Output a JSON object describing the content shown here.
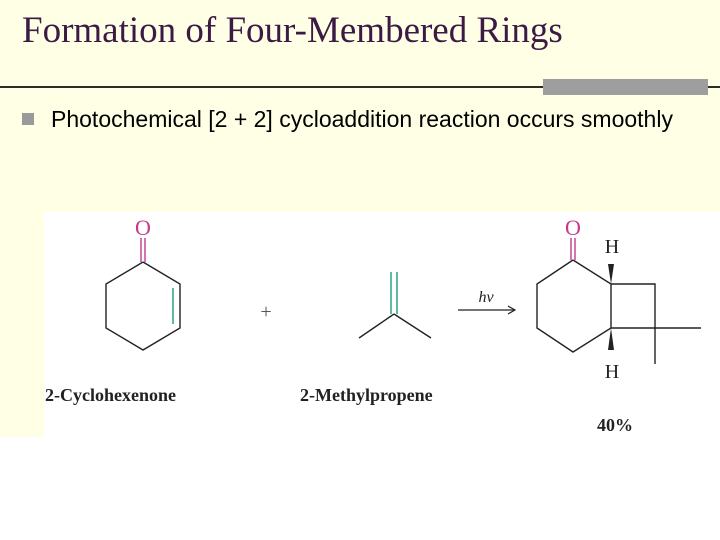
{
  "slide": {
    "title": "Formation of Four-Membered Rings",
    "bullet": "Photochemical [2 + 2] cycloaddition reaction occurs smoothly"
  },
  "reaction": {
    "reactant1_oxygen": "O",
    "reactant1_name": "2-Cyclohexenone",
    "plus": "+",
    "reactant2_name": "2-Methylpropene",
    "condition": "hν",
    "product_oxygen": "O",
    "product_h_top": "H",
    "product_h_bottom": "H",
    "yield": "40%"
  },
  "colors": {
    "title": "#3b1a45",
    "oxygen": "#c23a8a",
    "double_bond": "#3aa88a",
    "upper_background": "#ffffe6"
  }
}
